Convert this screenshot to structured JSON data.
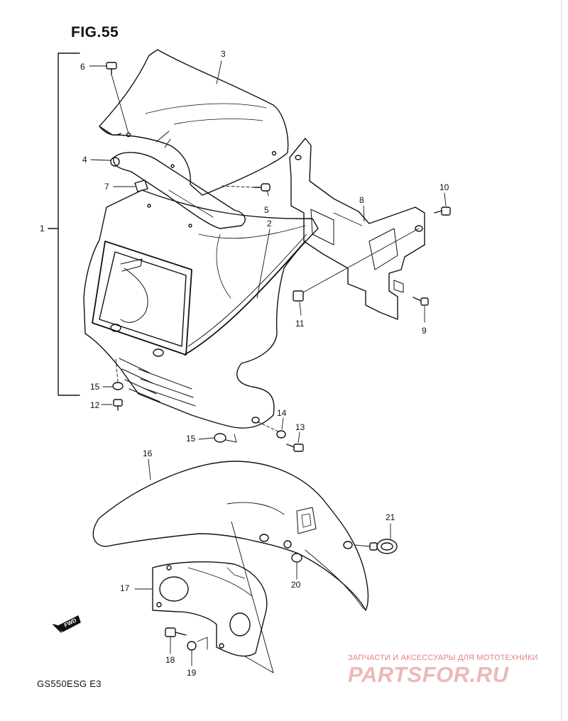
{
  "figure": {
    "title": "FIG.55",
    "model_code": "GS550ESG  E3"
  },
  "watermark": {
    "top_line": "ЗАПЧАСТИ И АКСЕССУАРЫ ДЛЯ МОТОТЕХНИКИ",
    "brand": "PARTSFOR.RU",
    "color": "#e89b9b"
  },
  "direction_marker": {
    "label": "FWD",
    "icon": "forward-arrow-icon"
  },
  "callouts": {
    "p1": "1",
    "p2": "2",
    "p3": "3",
    "p4": "4",
    "p5": "5",
    "p6": "6",
    "p7": "7",
    "p8": "8",
    "p9": "9",
    "p10": "10",
    "p11": "11",
    "p12": "12",
    "p13": "13",
    "p14": "14",
    "p15a": "15",
    "p15b": "15",
    "p16": "16",
    "p17": "17",
    "p18": "18",
    "p19": "19",
    "p20": "20",
    "p21": "21"
  }
}
